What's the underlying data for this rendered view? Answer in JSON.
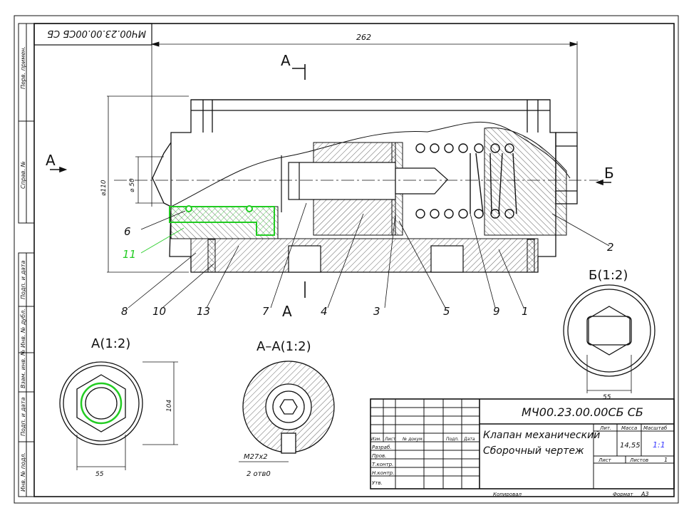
{
  "drawing": {
    "doc_number_rotated": "МЧ00.23.00.00СБ СБ",
    "section_marks": {
      "a_left": "А",
      "a_top": "А",
      "a_bottom": "А",
      "b_right": "Б"
    },
    "dimensions": {
      "overall_length": "262",
      "height_main": "⌀110",
      "bore_dia": "⌀ 50",
      "view_a_height": "104",
      "view_a_width": "55",
      "thread": "М27х2",
      "thread_tol": "2 отв0",
      "view_b_width": "55"
    },
    "callouts": [
      "6",
      "11",
      "8",
      "10",
      "13",
      "7",
      "4",
      "3",
      "5",
      "9",
      "1",
      "2"
    ],
    "views": {
      "view_a": "А(1:2)",
      "section_aa": "А–А(1:2)",
      "view_b": "Б(1:2)"
    }
  },
  "left_strip": {
    "labels": [
      "Перв. примен.",
      "Справ. №",
      "Подп. и дата",
      "Инв. № дубл.",
      "Взам. инв. №",
      "Подп. и дата",
      "Инв. № подл."
    ]
  },
  "title_block": {
    "doc_number": "МЧ00.23.00.00СБ СБ",
    "name_line1": "Клапан механический",
    "name_line2": "Сборочный чертеж",
    "col_headers": [
      "Изм.",
      "Лист",
      "№ докум.",
      "Подп.",
      "Дата"
    ],
    "roles": [
      "Разраб.",
      "Пров.",
      "Т.контр.",
      "Н.контр.",
      "Утв."
    ],
    "lit_label": "Лит.",
    "mass_label": "Масса",
    "scale_label": "Масштаб",
    "mass_value": "14,55",
    "scale_value": "1:1",
    "sheet_label": "Лист",
    "sheets_label": "Листов",
    "sheets_value": "1",
    "copied_label": "Копировал",
    "format_label": "Формат",
    "format_value": "А3"
  },
  "colors": {
    "line": "#111111",
    "highlight": "#22cc22",
    "annotation_blue": "#3a3aff"
  }
}
